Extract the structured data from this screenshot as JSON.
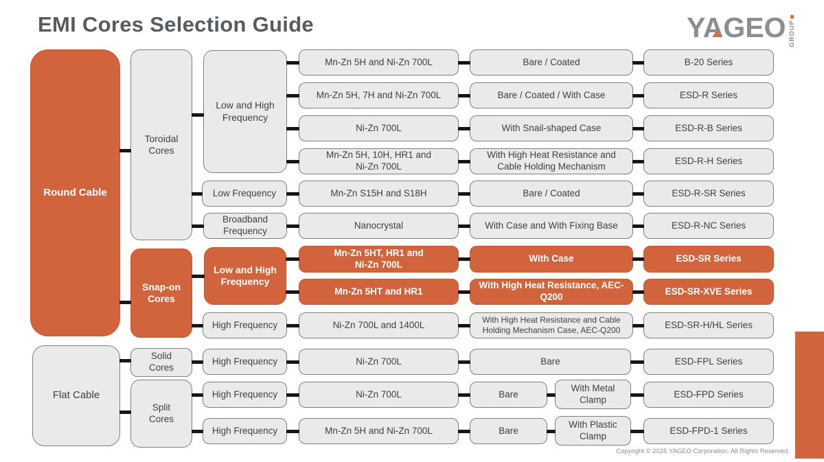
{
  "title": "EMI Cores Selection Guide",
  "logo": {
    "brand": "YAGEO",
    "group": "GROUP"
  },
  "colors": {
    "accent_orange": "#d1643c",
    "box_gray": "#eaeae8",
    "box_border": "#7d7d7d",
    "text_dark": "#3f3f3f",
    "title_gray": "#565b60",
    "logo_gray": "#8b8e91",
    "connector_black": "#161616"
  },
  "cables": {
    "round": "Round Cable",
    "flat": "Flat Cable"
  },
  "cores": {
    "toroidal": "Toroidal Cores",
    "snap_on": "Snap-on Cores",
    "solid": "Solid Cores",
    "split": "Split Cores"
  },
  "frequencies": {
    "toroidal_low_high": "Low and High Frequency",
    "toroidal_low": "Low Frequency",
    "toroidal_broadband": "Broadband Frequency",
    "snapon_low_high": "Low and High Frequency",
    "snapon_high": "High Frequency",
    "solid_high": "High Frequency",
    "split_high_1": "High Frequency",
    "split_high_2": "High Frequency"
  },
  "rows": [
    {
      "material": "Mn-Zn 5H and Ni-Zn 700L",
      "case": "Bare / Coated",
      "series": "B-20 Series"
    },
    {
      "material": "Mn-Zn 5H, 7H and Ni-Zn 700L",
      "case": "Bare / Coated / With Case",
      "series": "ESD-R Series"
    },
    {
      "material": "Ni-Zn 700L",
      "case": "With Snail-shaped Case",
      "series": "ESD-R-B Series"
    },
    {
      "material": "Mn-Zn 5H, 10H, HR1 and Ni-Zn 700L",
      "case": "With High Heat Resistance and Cable Holding Mechanism",
      "series": "ESD-R-H Series"
    },
    {
      "material": "Mn-Zn S15H and S18H",
      "case": "Bare / Coated",
      "series": "ESD-R-SR Series"
    },
    {
      "material": "Nanocrystal",
      "case": "With Case and With Fixing Base",
      "series": "ESD-R-NC Series"
    },
    {
      "material": "Mn-Zn 5HT, HR1 and Ni-Zn 700L",
      "case": "With Case",
      "series": "ESD-SR Series"
    },
    {
      "material": "Mn-Zn 5HT and HR1",
      "case": "With High Heat Resistance, AEC-Q200",
      "series": "ESD-SR-XVE Series"
    },
    {
      "material": "Ni-Zn 700L and 1400L",
      "case": "With High Heat Resistance and Cable Holding Mechanism Case, AEC-Q200",
      "series": "ESD-SR-H/HL Series"
    },
    {
      "material": "Ni-Zn 700L",
      "case": "Bare",
      "series": "ESD-FPL Series"
    },
    {
      "material": "Ni-Zn 700L",
      "case": "Bare",
      "clamp": "With Metal Clamp",
      "series": "ESD-FPD Series"
    },
    {
      "material": "Mn-Zn 5H and Ni-Zn 700L",
      "case": "Bare",
      "clamp": "With Plastic Clamp",
      "series": "ESD-FPD-1 Series"
    }
  ],
  "footer": {
    "copyright": "Copyright © 2025 YAGEO Corporation. All Rights Reserved."
  }
}
